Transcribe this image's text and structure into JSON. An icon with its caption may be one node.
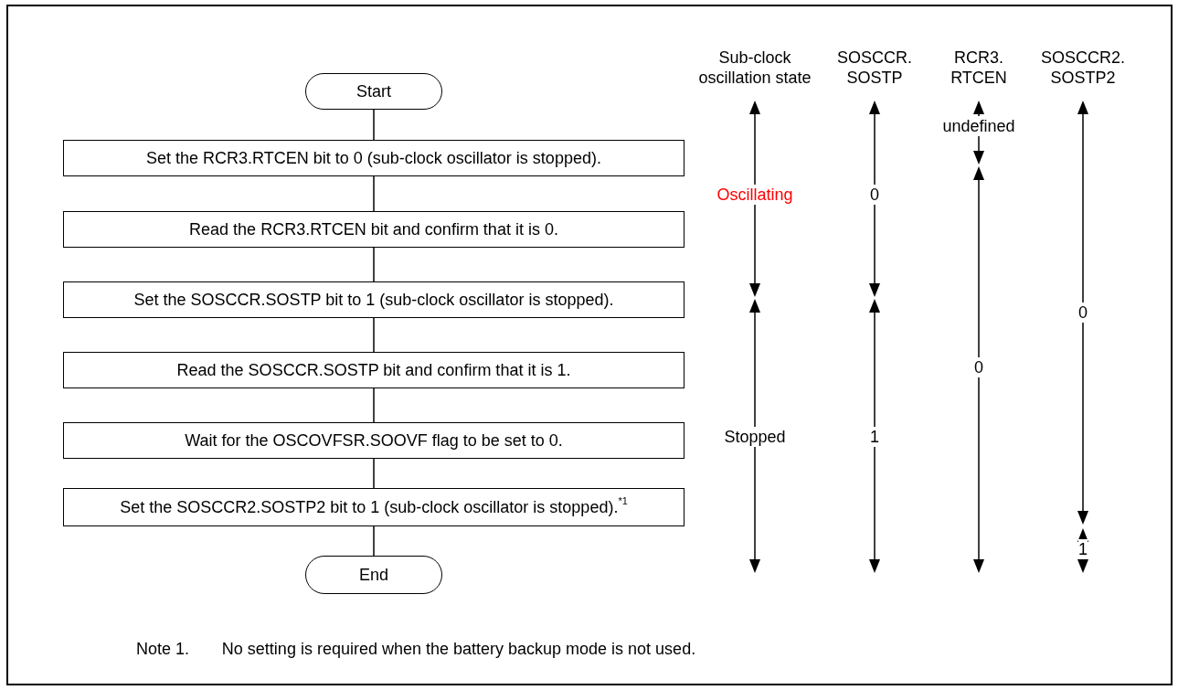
{
  "diagram": {
    "nodes": [
      {
        "text": [
          "Start"
        ]
      },
      {
        "text": [
          "Set the RCR3.RTCEN bit to 0 (sub-clock oscillator is stopped)."
        ]
      },
      {
        "text": [
          "Read the RCR3.RTCEN bit and confirm that it is 0."
        ]
      },
      {
        "text": [
          "Set the SOSCCR.SOSTP bit to 1 (sub-clock oscillator is stopped)."
        ]
      },
      {
        "text": [
          "Read the SOSCCR.SOSTP bit and confirm that it is 1."
        ]
      },
      {
        "text": [
          "Wait for the OSCOVFSR.SOOVF flag to be set to 0."
        ]
      },
      {
        "text": [
          "Set the SOSCCR2.SOSTP2 bit to 1 (sub-clock oscillator is stopped).$^{*1}$"
        ]
      },
      {
        "text": [
          "End"
        ]
      }
    ],
    "edges": [
      {
        "from": 0,
        "to": 1,
        "arrow": "none"
      },
      {
        "from": 1,
        "to": 2,
        "arrow": "none"
      },
      {
        "from": 2,
        "to": 3,
        "arrow": "none"
      },
      {
        "from": 3,
        "to": 4,
        "arrow": "none"
      },
      {
        "from": 4,
        "to": 5,
        "arrow": "none"
      },
      {
        "from": 5,
        "to": 6,
        "arrow": "none"
      },
      {
        "from": 6,
        "to": 7,
        "arrow": "none"
      }
    ],
    "labels": [
      "Sub-clock oscillation state",
      "SOSCCR. SOSTP",
      "RCR3. RTCEN",
      "SOSCCR2. SOSTP2",
      "undefined",
      "Oscillating",
      "0",
      "0",
      "0",
      "Stopped",
      "1",
      "1",
      "Note 1.",
      "No setting is required when the battery backup mode is not used."
    ]
  }
}
